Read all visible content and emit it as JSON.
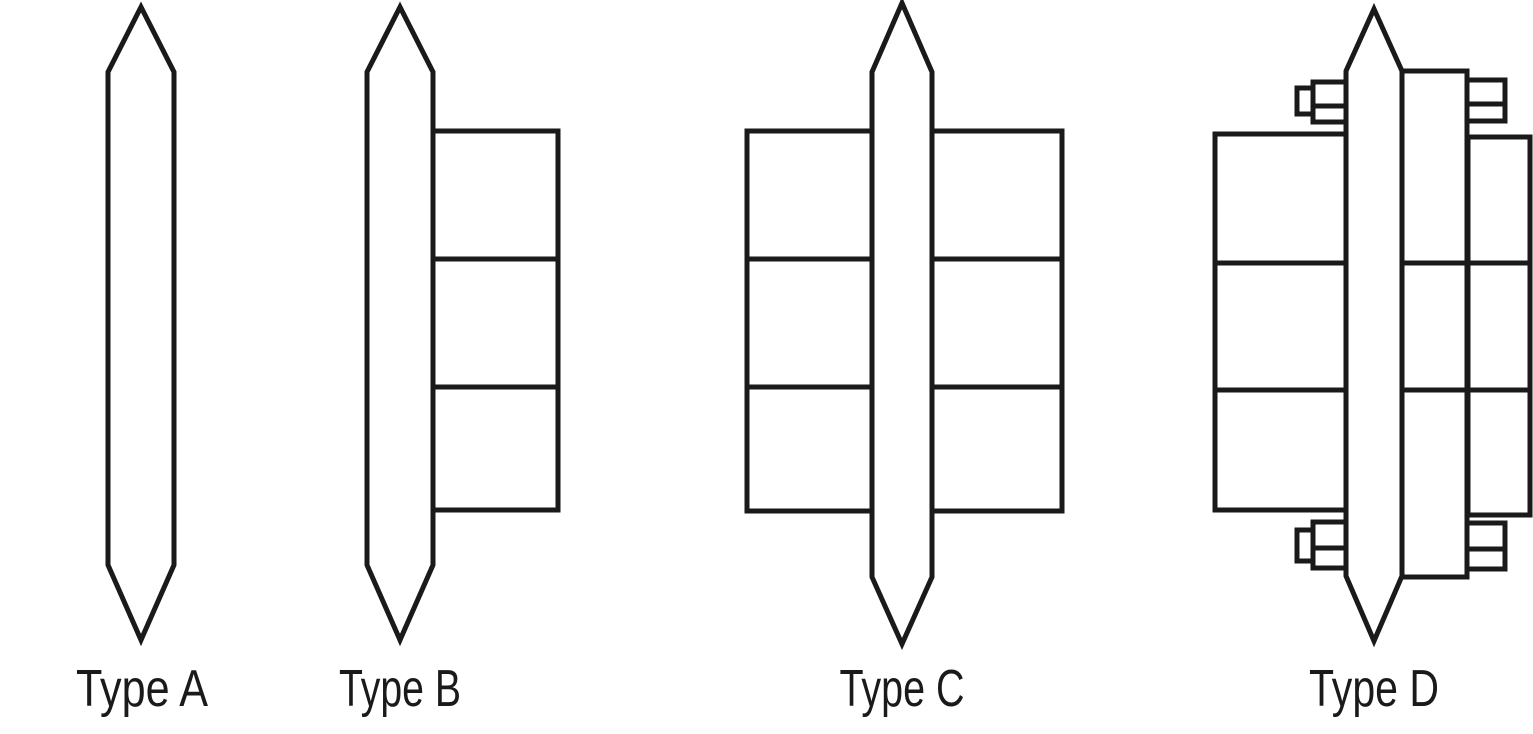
{
  "colors": {
    "line": "#1a1a1a",
    "background": "#ffffff"
  },
  "types": [
    {
      "label": "Type A",
      "components": [
        "pointed pile blade"
      ]
    },
    {
      "label": "Type B",
      "components": [
        "pointed pile blade",
        "three stacked plates on right side"
      ]
    },
    {
      "label": "Type C",
      "components": [
        "pointed pile blade",
        "three stacked plates on left side",
        "three stacked plates on right side"
      ]
    },
    {
      "label": "Type D",
      "components": [
        "pointed pile blade",
        "three stacked plates on left side",
        "full-height splice plate on right side",
        "three stacked plates on far right",
        "two bolts top",
        "two bolts bottom"
      ]
    }
  ]
}
